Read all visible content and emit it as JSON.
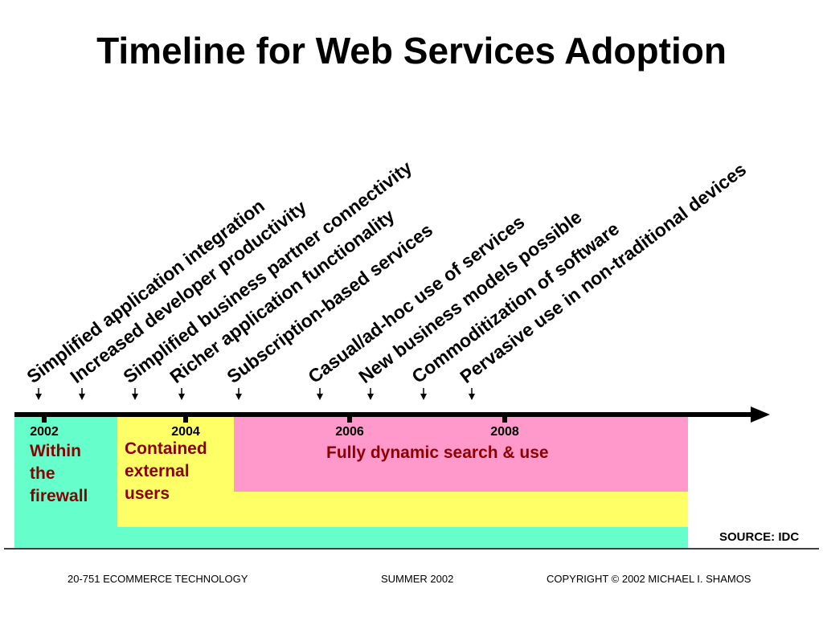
{
  "title": "Timeline for Web Services Adoption",
  "colors": {
    "phase_firewall": "#66ffcc",
    "phase_external": "#ffff66",
    "phase_dynamic": "#ff99cc",
    "phase_label": "#8b0000",
    "arrow": "#000000"
  },
  "benefits": [
    "Simplified application integration",
    "Increased developer productivity",
    "Simplified business partner connectivity",
    "Richer application functionality",
    "Subscription-based services",
    "Casual/ad-hoc use of services",
    "New business models possible",
    "Commoditization of software",
    "Pervasive use in non-traditional devices"
  ],
  "years": [
    "2002",
    "2004",
    "2006",
    "2008"
  ],
  "phases": {
    "firewall": [
      "Within",
      "the",
      "firewall"
    ],
    "external": [
      "Contained",
      "external",
      "users"
    ],
    "dynamic": "Fully dynamic search & use"
  },
  "source": "SOURCE: IDC",
  "footer": {
    "course": "20-751 ECOMMERCE TECHNOLOGY",
    "term": "SUMMER 2002",
    "copyright": "COPYRIGHT © 2002 MICHAEL I. SHAMOS"
  }
}
